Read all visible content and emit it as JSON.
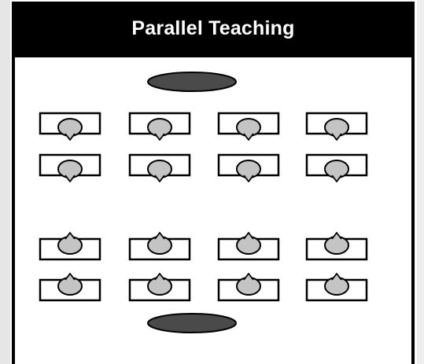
{
  "title": "Parallel Teaching",
  "colors": {
    "title_bar": "#000000",
    "title_text": "#ffffff",
    "teacher_fill": "#4a4a4a",
    "student_fill": "#c4c4c4",
    "outline": "#000000"
  },
  "groups": [
    {
      "name": "group-top",
      "teacher_position": "front",
      "rows": 2,
      "desks_per_row": 4,
      "student_facing": "toward-teacher"
    },
    {
      "name": "group-bottom",
      "teacher_position": "back",
      "rows": 2,
      "desks_per_row": 4,
      "student_facing": "toward-teacher"
    }
  ]
}
